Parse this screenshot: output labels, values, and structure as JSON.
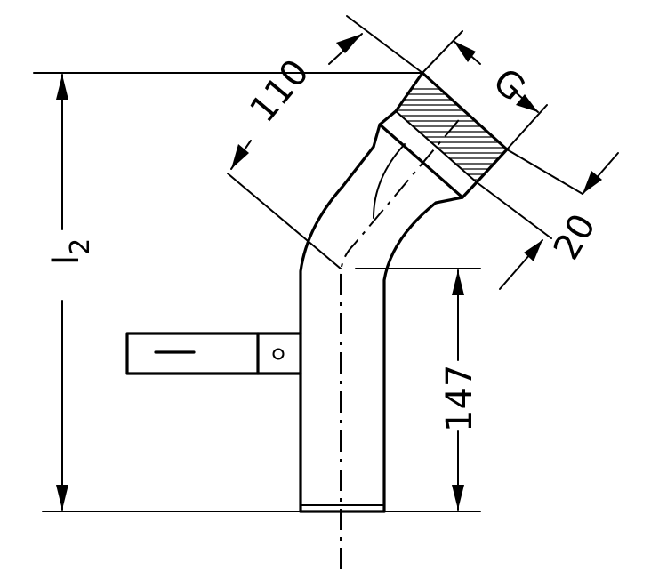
{
  "dimensions": {
    "l2": {
      "main": "l",
      "sub": "2"
    },
    "d110": "110",
    "g": "G",
    "d20": "20",
    "d147": "147"
  }
}
